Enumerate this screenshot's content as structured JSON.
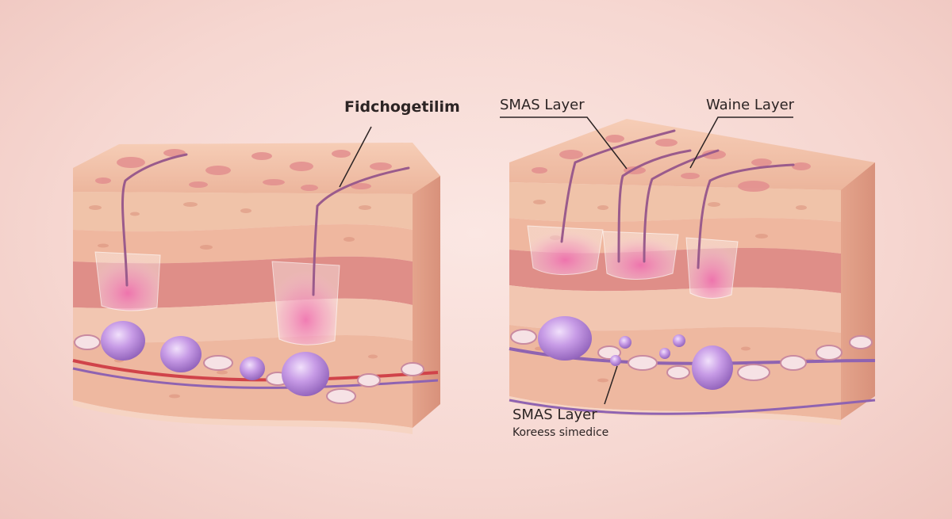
{
  "labels": {
    "left_block": "Fidchogetilim",
    "right_smas_top": "SMAS Layer",
    "right_waine": "Waine Layer",
    "right_smas_bottom": "SMAS Layer",
    "right_sub": "Koreess simedice"
  },
  "colors": {
    "top_surface": "#f3c1a8",
    "side_face": "#e7ae98",
    "dermis_dark": "#df8e88",
    "dermis_light": "#f2c6b1",
    "fat_cell": "#b58ad6",
    "vessel_red": "#d0434a",
    "vessel_purple": "#8f63b1",
    "nerve_fiber": "#9a5b8c"
  },
  "icons": [
    "fat-cell-icon",
    "hair-follicle-icon",
    "nerve-fiber-icon"
  ]
}
